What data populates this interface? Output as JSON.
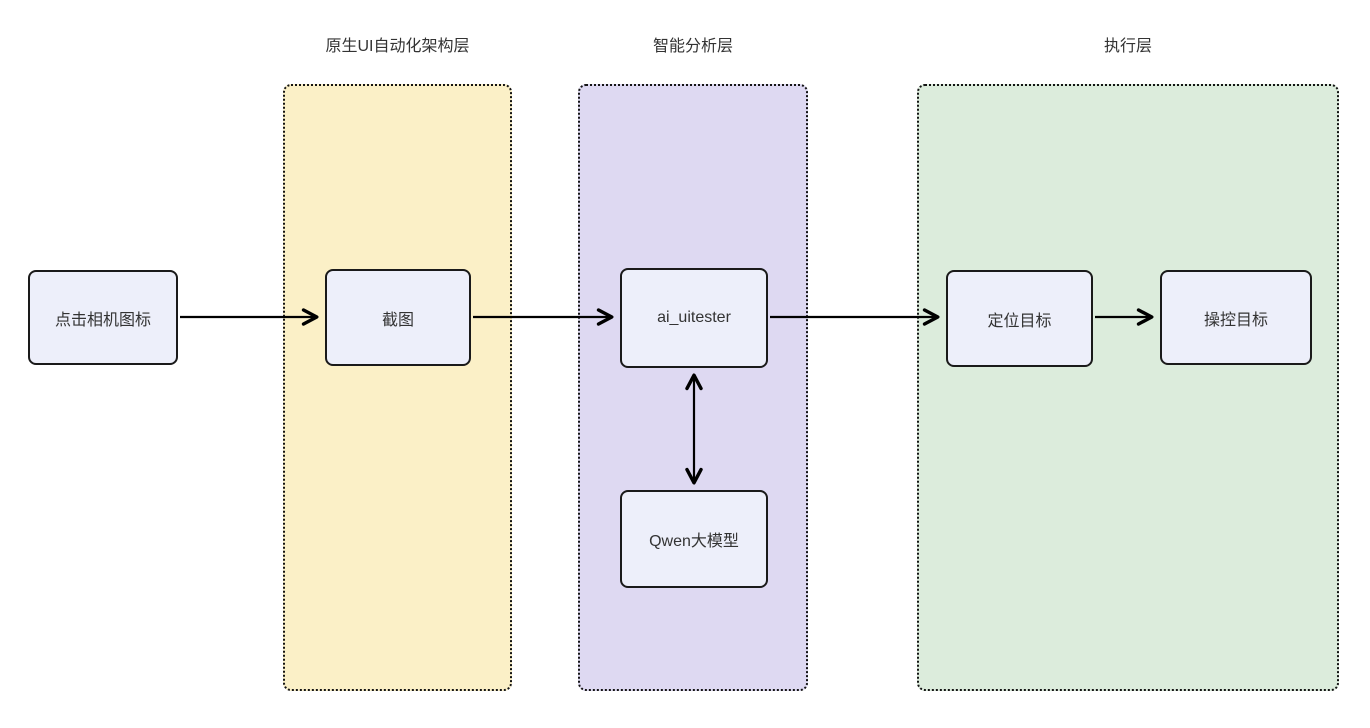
{
  "diagram": {
    "title": "",
    "layers": [
      {
        "id": "native-ui-automation-layer",
        "label": "原生UI自动化架构层",
        "fill": "#fbf0c7"
      },
      {
        "id": "intelligent-analysis-layer",
        "label": "智能分析层",
        "fill": "#ded9f2"
      },
      {
        "id": "execution-layer",
        "label": "执行层",
        "fill": "#dcecdc"
      }
    ],
    "nodes": [
      {
        "id": "click-camera-icon",
        "label": "点击相机图标",
        "layer": null
      },
      {
        "id": "screenshot",
        "label": "截图",
        "layer": "native-ui-automation-layer"
      },
      {
        "id": "ai-uitester",
        "label": "ai_uitester",
        "layer": "intelligent-analysis-layer"
      },
      {
        "id": "qwen-model",
        "label": "Qwen大模型",
        "layer": "intelligent-analysis-layer"
      },
      {
        "id": "locate-target",
        "label": "定位目标",
        "layer": "execution-layer"
      },
      {
        "id": "control-target",
        "label": "操控目标",
        "layer": "execution-layer"
      }
    ],
    "edges": [
      {
        "from": "click-camera-icon",
        "to": "screenshot",
        "direction": "forward"
      },
      {
        "from": "screenshot",
        "to": "ai-uitester",
        "direction": "forward"
      },
      {
        "from": "ai-uitester",
        "to": "qwen-model",
        "direction": "both"
      },
      {
        "from": "ai-uitester",
        "to": "locate-target",
        "direction": "forward"
      },
      {
        "from": "locate-target",
        "to": "control-target",
        "direction": "forward"
      }
    ]
  },
  "colors": {
    "layer_yellow_fill": "#fbf0c7",
    "layer_purple_fill": "#ded9f2",
    "layer_green_fill": "#dcecdc",
    "node_fill": "#edeffa",
    "node_border": "#1a1a1a",
    "dotted_border": "#141414",
    "arrow": "#000000",
    "text": "#333333",
    "background": "#ffffff"
  }
}
